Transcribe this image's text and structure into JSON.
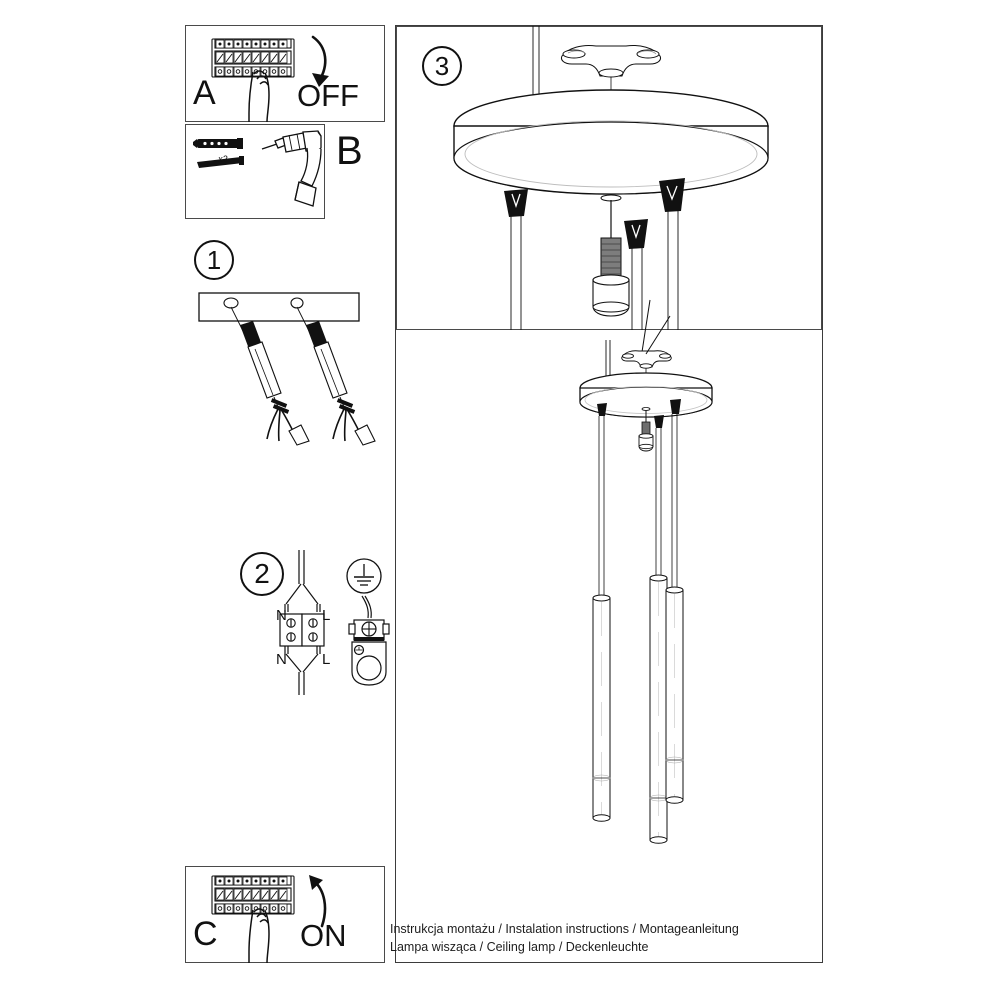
{
  "document": {
    "type": "installation-instruction-sheet",
    "product": "pendant ceiling lamp with 3 tube pendants"
  },
  "panels": {
    "a": {
      "letter": "A",
      "action_word": "OFF",
      "icon_breaker": "circuit-breaker-panel-icon",
      "icon_hand": "hand-icon",
      "icon_arrow": "arrow-down-icon"
    },
    "b": {
      "letter": "B",
      "multiplier": "x2",
      "icon_wall_plug": "wall-plug-icon",
      "icon_screw": "screw-icon",
      "icon_drill": "power-drill-icon"
    },
    "c": {
      "letter": "C",
      "action_word": "ON",
      "icon_breaker": "circuit-breaker-panel-icon",
      "icon_hand": "hand-icon",
      "icon_arrow": "arrow-up-icon"
    }
  },
  "steps": [
    {
      "number": "1",
      "description": "mounting bracket plate with two holes and wall anchors with screws"
    },
    {
      "number": "2",
      "description": "terminal block wiring with neutral and live conductors and earth connection"
    },
    {
      "number": "3",
      "description": "canopy detail with three pendant cables, cone grips and threaded sleeve"
    }
  ],
  "wiring": {
    "neutral_top": "N",
    "live_top": "L",
    "neutral_bottom": "N",
    "live_bottom": "L",
    "earth_symbol": "earth-ground-symbol"
  },
  "caption": {
    "line1": "Instrukcja montażu / Instalation instructions / Montageanleitung",
    "line2": "Lampa wisząca / Ceiling lamp / Deckenleuchte"
  },
  "colors": {
    "line": "#1a1a1a",
    "border": "#4a4a4a",
    "fill_dark": "#111111",
    "background": "#ffffff",
    "shade": "#8a8a8a"
  }
}
